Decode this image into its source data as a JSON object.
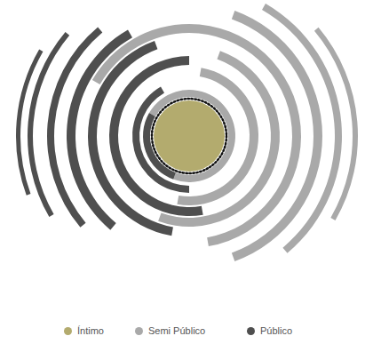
{
  "diagram": {
    "legend": [
      {
        "text": "Íntimo",
        "color": "#b3ab6e"
      },
      {
        "text": "Semi Público",
        "color": "#a9a9a9"
      },
      {
        "text": "Público",
        "color": "#4f4f4f"
      }
    ]
  }
}
